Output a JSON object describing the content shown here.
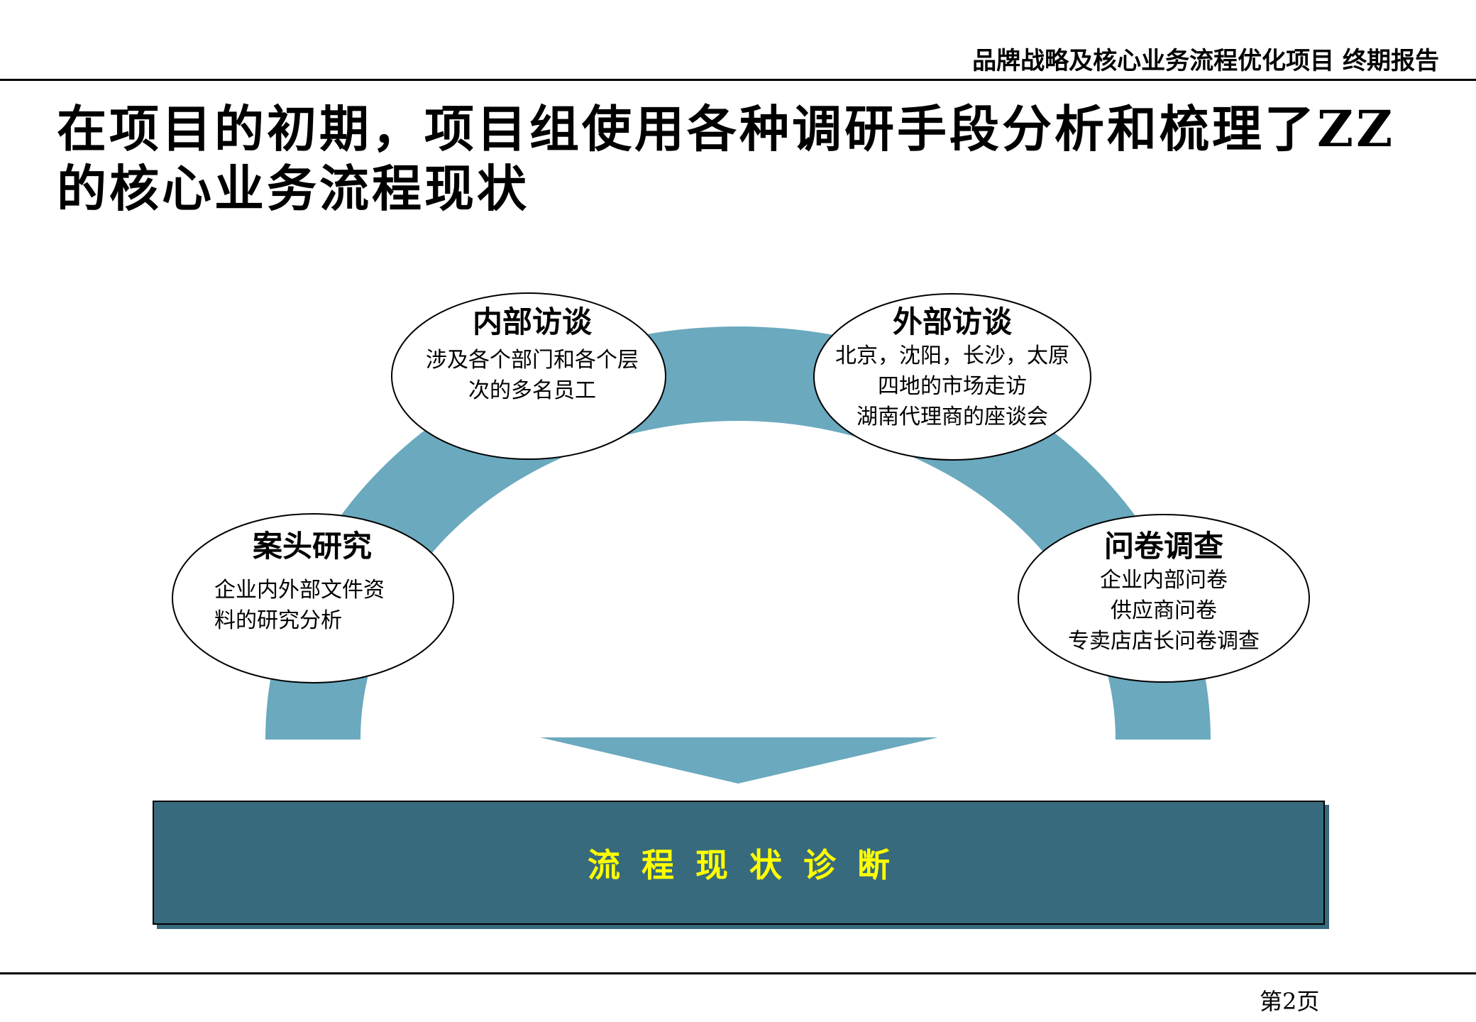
{
  "header": {
    "report_title": "品牌战略及核心业务流程优化项目  终期报告"
  },
  "slide": {
    "title_line1": "在项目的初期，项目组使用各种调研手段分析和梳理了ZZ",
    "title_line2": "的核心业务流程现状"
  },
  "diagram": {
    "arc_color": "#6aa9be",
    "banner_color": "#376a7c",
    "banner_text_color": "#ffff00",
    "methods": [
      {
        "title": "内部访谈",
        "lines": [
          "涉及各个部门和各个层",
          "次的多名员工"
        ]
      },
      {
        "title": "外部访谈",
        "lines": [
          "北京，沈阳，长沙，太原",
          "四地的市场走访",
          "湖南代理商的座谈会"
        ]
      },
      {
        "title": "案头研究",
        "lines": [
          "企业内外部文件资",
          "料的研究分析"
        ]
      },
      {
        "title": "问卷调查",
        "lines": [
          "企业内部问卷",
          "供应商问卷",
          "专卖店店长问卷调查"
        ]
      }
    ],
    "result": "流程现状诊断"
  },
  "footer": {
    "page_number": "第2页"
  }
}
